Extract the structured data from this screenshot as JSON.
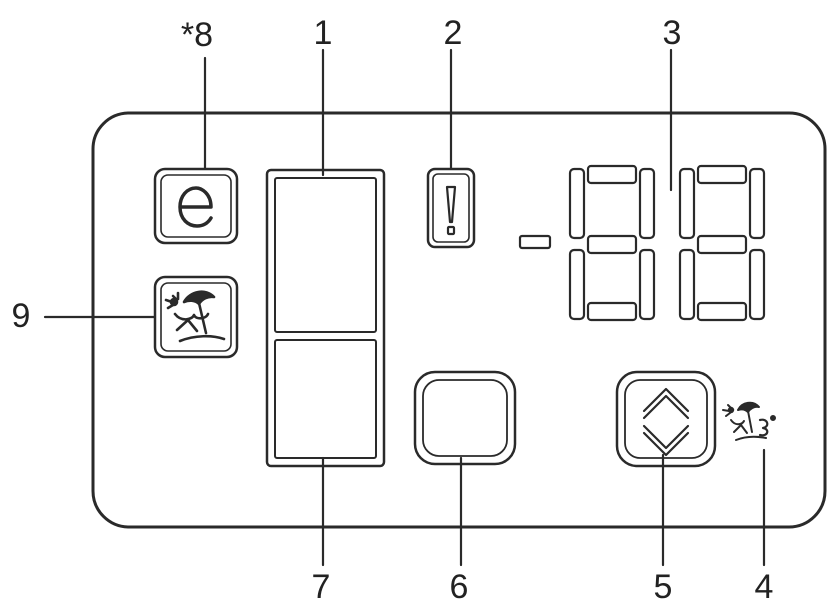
{
  "callouts": [
    {
      "id": "1",
      "text": "1",
      "target": "display-panel"
    },
    {
      "id": "2",
      "text": "2",
      "target": "alarm-indicator"
    },
    {
      "id": "3",
      "text": "3",
      "target": "temperature-display"
    },
    {
      "id": "4",
      "text": "4",
      "target": "holiday-indicator"
    },
    {
      "id": "5",
      "text": "5",
      "target": "adjust-button"
    },
    {
      "id": "6",
      "text": "6",
      "target": "button-6"
    },
    {
      "id": "7",
      "text": "7",
      "target": "display-panel"
    },
    {
      "id": "8",
      "text": "*8",
      "target": "eco-indicator"
    },
    {
      "id": "9",
      "text": "9",
      "target": "holiday-button"
    }
  ],
  "indicators": {
    "eco": {
      "glyph": "e",
      "icon": "eco-e-icon"
    },
    "alarm": {
      "glyph": "!",
      "icon": "exclamation-icon"
    },
    "holiday": {
      "icon": "beach-umbrella-icon"
    },
    "adjust": {
      "icon": "up-down-chevron-icon"
    }
  },
  "colors": {
    "line": "#2a2a2a",
    "background": "#ffffff"
  }
}
